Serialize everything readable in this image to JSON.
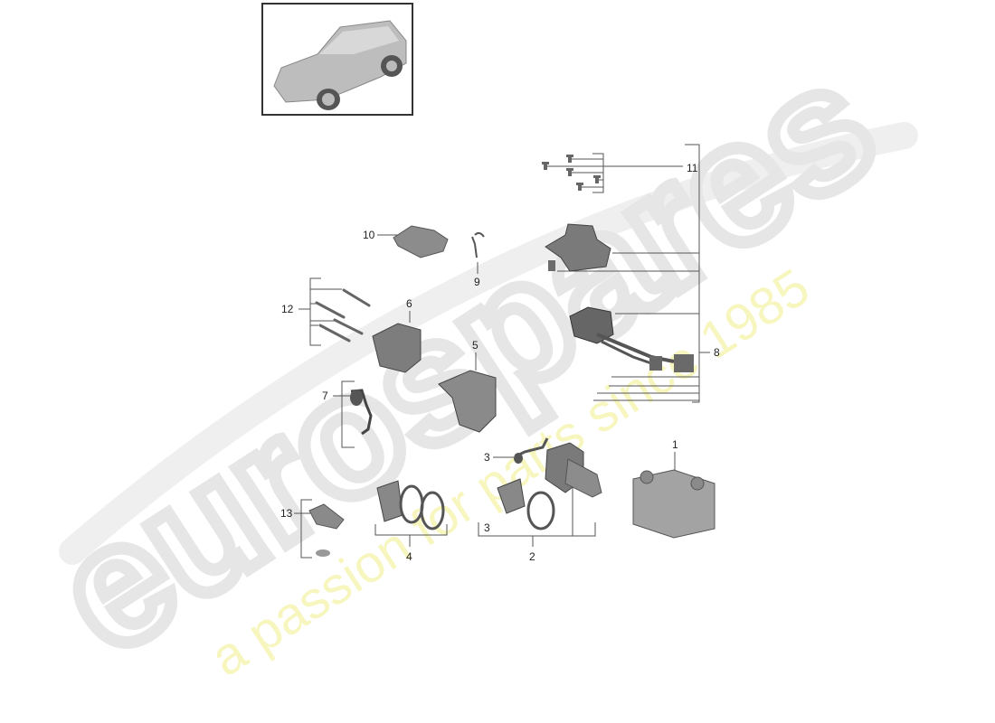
{
  "diagram": {
    "type": "exploded-parts-diagram",
    "vehicle_thumbnail": "suv-vehicle-icon",
    "colors": {
      "line": "#555555",
      "part_fill": "#8a8a8a",
      "part_dark": "#5a5a5a",
      "watermark_gray": "#ebebeb",
      "watermark_yellow": "#f6f5b8"
    },
    "callouts": [
      {
        "id": "1",
        "label": "1",
        "part": "heater-core-block"
      },
      {
        "id": "2",
        "label": "2",
        "part": "actuator-motor-assembly"
      },
      {
        "id": "3a",
        "label": "3",
        "part": "sensor-with-wiring"
      },
      {
        "id": "3b",
        "label": "3",
        "part": "sub-group-bracket"
      },
      {
        "id": "4",
        "label": "4",
        "part": "gasket-and-seal-rings"
      },
      {
        "id": "5",
        "label": "5",
        "part": "bracket-housing"
      },
      {
        "id": "6",
        "label": "6",
        "part": "mounting-housing"
      },
      {
        "id": "7",
        "label": "7",
        "part": "sensor-cable"
      },
      {
        "id": "8",
        "label": "8",
        "part": "wiring-harness-with-connectors"
      },
      {
        "id": "9",
        "label": "9",
        "part": "small-wire-lead"
      },
      {
        "id": "10",
        "label": "10",
        "part": "control-unit-cover"
      },
      {
        "id": "11",
        "label": "11",
        "part": "screw-set"
      },
      {
        "id": "12",
        "label": "12",
        "part": "long-bolts"
      },
      {
        "id": "13",
        "label": "13",
        "part": "remote-key-and-clip"
      }
    ]
  },
  "watermark": {
    "brand": "eurospares",
    "tagline": "a passion for parts since 1985"
  }
}
